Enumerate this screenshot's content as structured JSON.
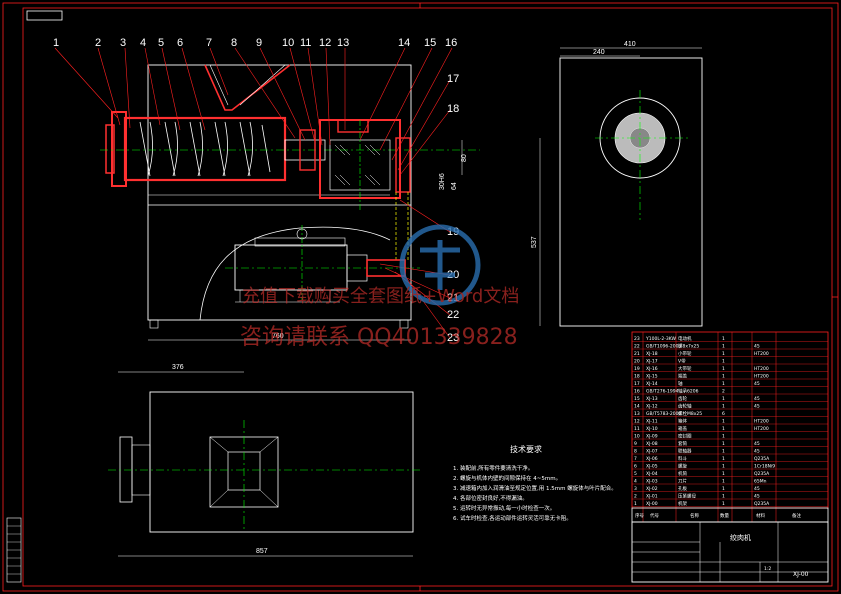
{
  "drawing": {
    "balloons": [
      "1",
      "2",
      "3",
      "4",
      "5",
      "6",
      "7",
      "8",
      "9",
      "10",
      "11",
      "12",
      "13",
      "14",
      "15",
      "16",
      "17",
      "18",
      "19",
      "20",
      "21",
      "22",
      "23"
    ],
    "dimensions": {
      "side_width": "410",
      "side_inner": "240",
      "side_height": "537",
      "front_length": "760",
      "plan_length": "857",
      "plan_offset": "376",
      "dim_80": "80",
      "dim_64": "64",
      "dim_30": "30H6"
    },
    "tech_requirements": {
      "title": "技术要求",
      "items": [
        "1. 装配前,所有零件要清洗干净。",
        "2. 螺旋与机体内壁的间隙保持在 4~5mm。",
        "3. 减速箱内加入润滑油至规定位置,用 1.5mm 螺旋体与叶片配合。",
        "4. 各部位密封良好,不得漏油。",
        "5. 运转时无异常振动,每一小时检查一次。",
        "6. 试车时检查,各运动部件运转灵活可靠无卡阻。"
      ]
    },
    "watermark": {
      "line1": "充值下载购买全套图纸+Word文档",
      "line2": "咨询请联系 QQ401339828"
    },
    "title_block": {
      "name": "绞肉机",
      "drawing_no": "XJ-00",
      "scale": "1:2",
      "col_labels": [
        "序号",
        "代号",
        "名称",
        "数量",
        "材料",
        "备注"
      ]
    },
    "parts_list": [
      {
        "no": "23",
        "code": "Y100L-2-3KW",
        "name": "电动机",
        "qty": "1",
        "mat": ""
      },
      {
        "no": "22",
        "code": "GB/T1096-2003",
        "name": "键8x7x25",
        "qty": "1",
        "mat": "45"
      },
      {
        "no": "21",
        "code": "XJ-18",
        "name": "小带轮",
        "qty": "1",
        "mat": "HT200"
      },
      {
        "no": "20",
        "code": "XJ-17",
        "name": "V带",
        "qty": "1",
        "mat": ""
      },
      {
        "no": "19",
        "code": "XJ-16",
        "name": "大带轮",
        "qty": "1",
        "mat": "HT200"
      },
      {
        "no": "18",
        "code": "XJ-15",
        "name": "端盖",
        "qty": "1",
        "mat": "HT200"
      },
      {
        "no": "17",
        "code": "XJ-14",
        "name": "轴",
        "qty": "1",
        "mat": "45"
      },
      {
        "no": "16",
        "code": "GB/T276-1994",
        "name": "轴承6206",
        "qty": "2",
        "mat": ""
      },
      {
        "no": "15",
        "code": "XJ-13",
        "name": "齿轮",
        "qty": "1",
        "mat": "45"
      },
      {
        "no": "14",
        "code": "XJ-12",
        "name": "齿轮轴",
        "qty": "1",
        "mat": "45"
      },
      {
        "no": "13",
        "code": "GB/T5783-2000",
        "name": "螺栓M8x25",
        "qty": "6",
        "mat": ""
      },
      {
        "no": "12",
        "code": "XJ-11",
        "name": "箱体",
        "qty": "1",
        "mat": "HT200"
      },
      {
        "no": "11",
        "code": "XJ-10",
        "name": "箱盖",
        "qty": "1",
        "mat": "HT200"
      },
      {
        "no": "10",
        "code": "XJ-09",
        "name": "密封圈",
        "qty": "1",
        "mat": ""
      },
      {
        "no": "9",
        "code": "XJ-08",
        "name": "套筒",
        "qty": "1",
        "mat": "45"
      },
      {
        "no": "8",
        "code": "XJ-07",
        "name": "联轴器",
        "qty": "1",
        "mat": "45"
      },
      {
        "no": "7",
        "code": "XJ-06",
        "name": "料斗",
        "qty": "1",
        "mat": "Q235A"
      },
      {
        "no": "6",
        "code": "XJ-05",
        "name": "螺旋",
        "qty": "1",
        "mat": "1Cr18Ni9"
      },
      {
        "no": "5",
        "code": "XJ-04",
        "name": "机筒",
        "qty": "1",
        "mat": "Q235A"
      },
      {
        "no": "4",
        "code": "XJ-03",
        "name": "刀片",
        "qty": "1",
        "mat": "65Mn"
      },
      {
        "no": "3",
        "code": "XJ-02",
        "name": "孔板",
        "qty": "1",
        "mat": "45"
      },
      {
        "no": "2",
        "code": "XJ-01",
        "name": "压紧螺母",
        "qty": "1",
        "mat": "45"
      },
      {
        "no": "1",
        "code": "XJ-00",
        "name": "机架",
        "qty": "1",
        "mat": "Q235A"
      }
    ],
    "colors": {
      "frame": "#ff2020",
      "outline": "#ffffff",
      "center": "#00ff00",
      "section": "#ff3030",
      "hidden": "#ffff00"
    }
  }
}
